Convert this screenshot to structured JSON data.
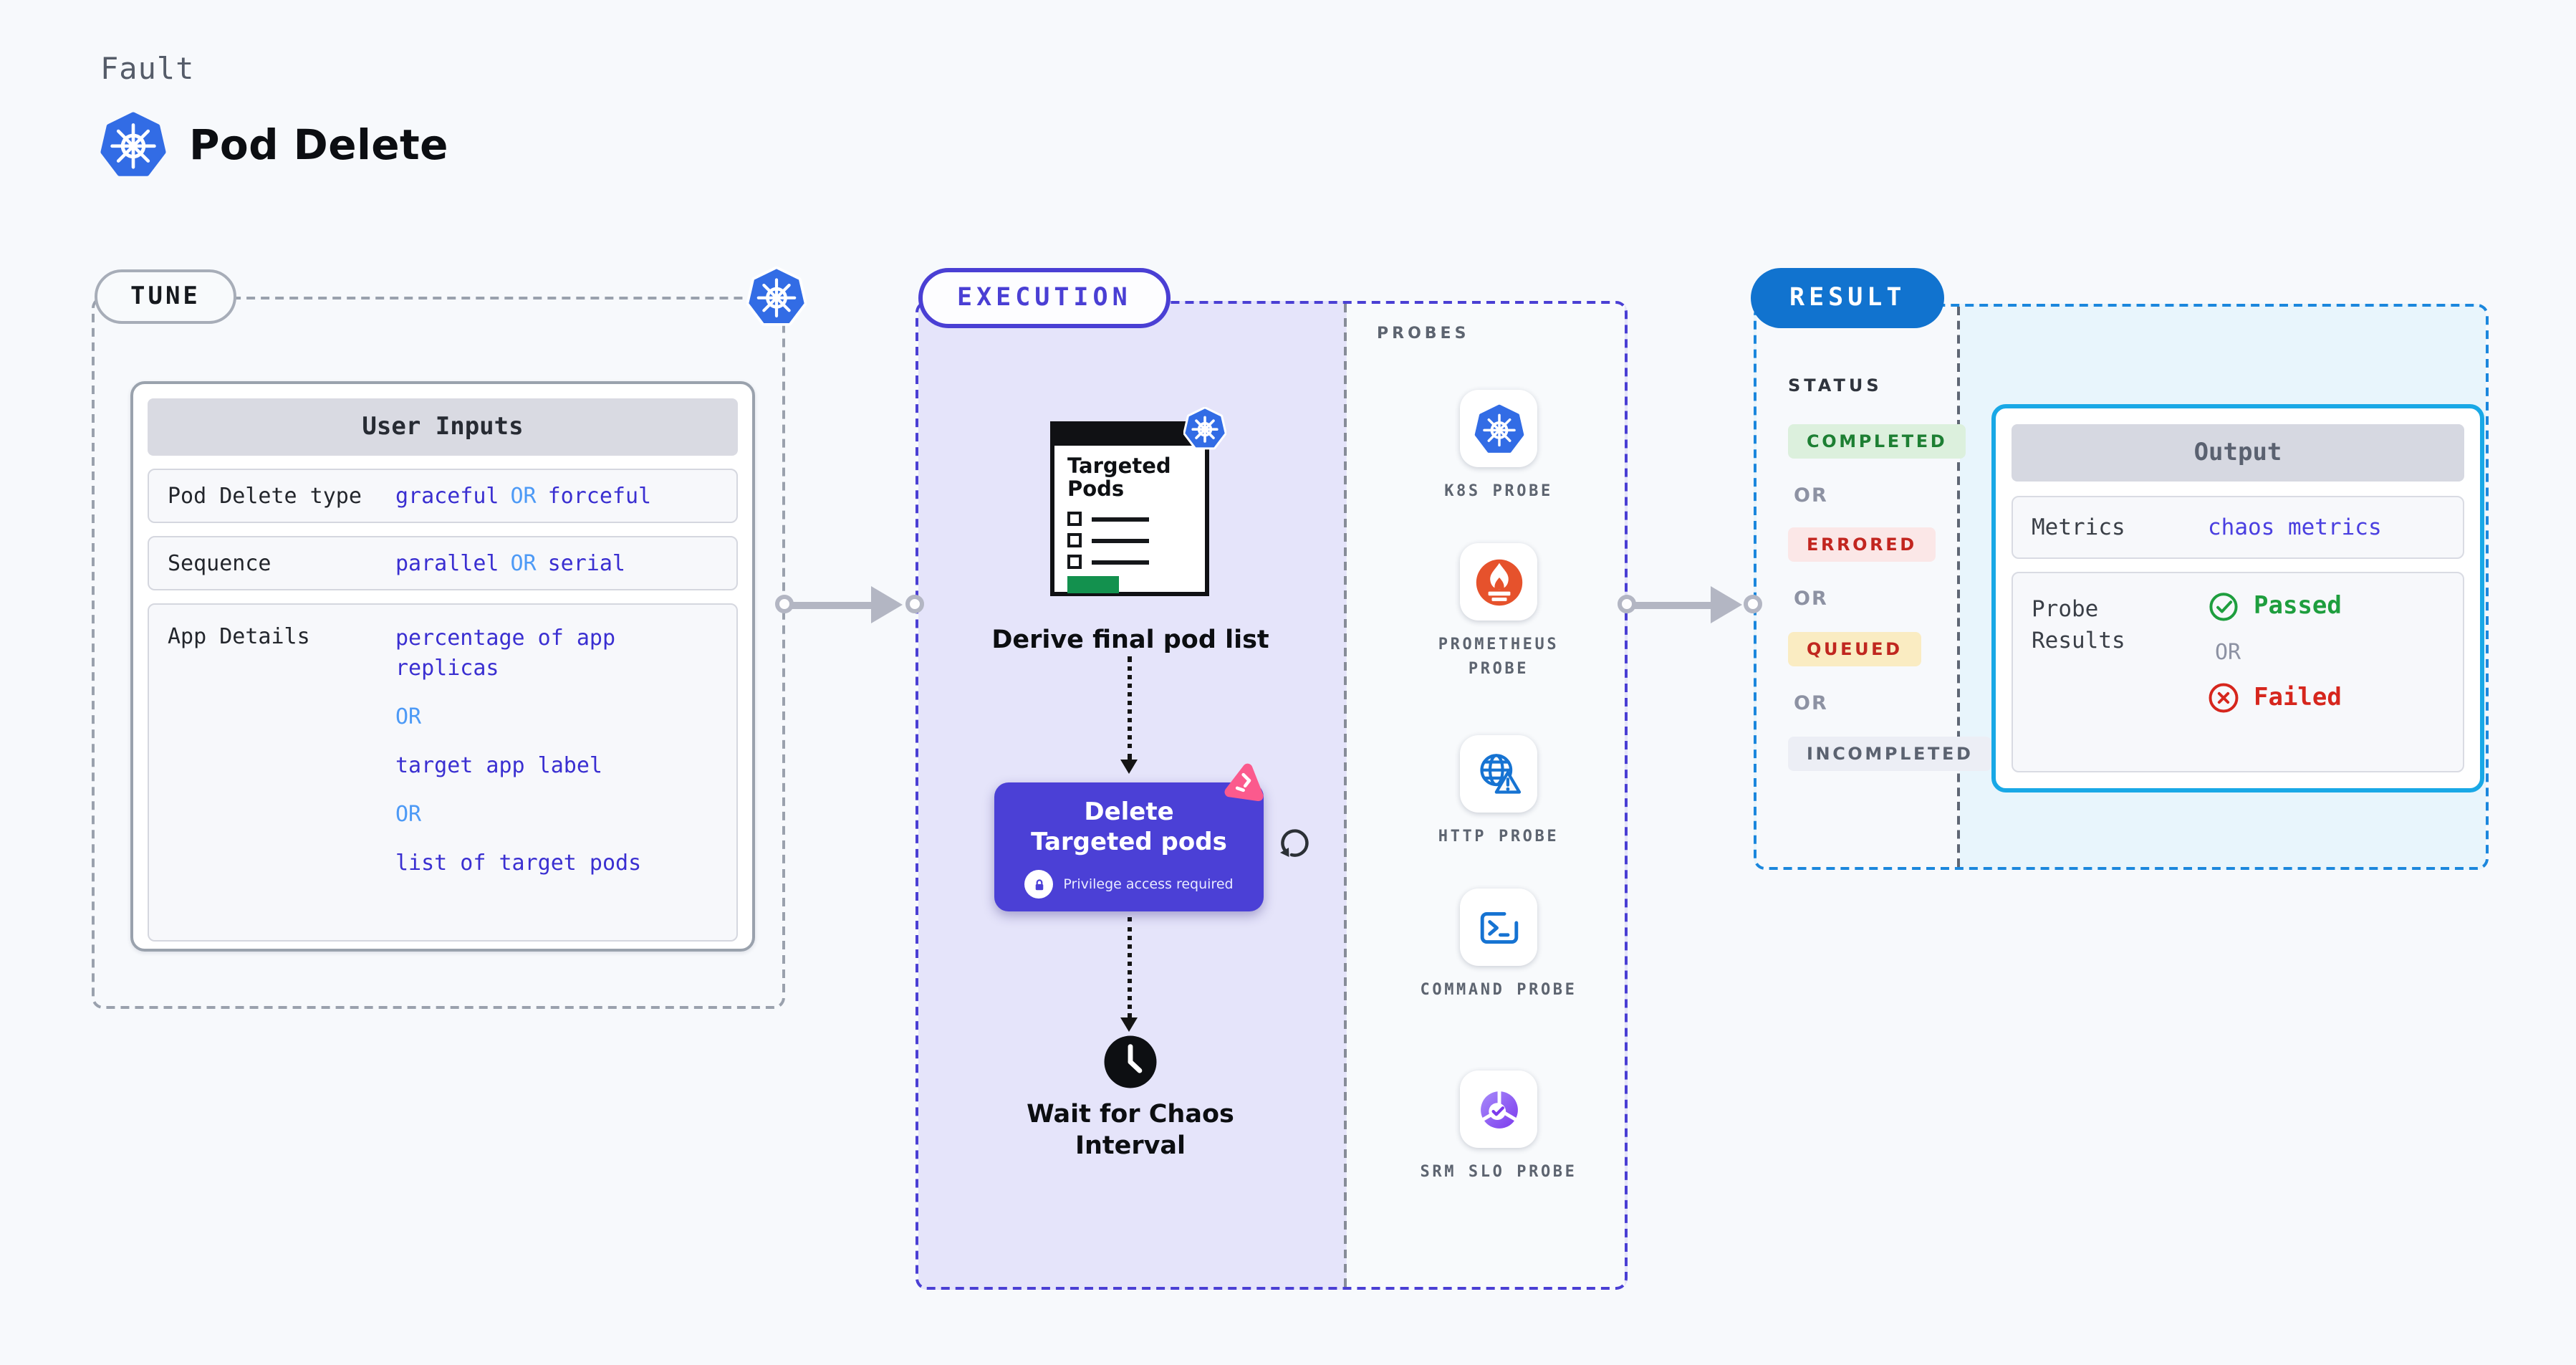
{
  "header": {
    "eyebrow": "Fault",
    "title": "Pod Delete"
  },
  "common": {
    "or": "OR"
  },
  "tune": {
    "label": "TUNE",
    "table": {
      "header": "User Inputs",
      "rows": [
        {
          "label": "Pod Delete type",
          "parts": [
            "graceful",
            "OR",
            "forceful"
          ]
        },
        {
          "label": "Sequence",
          "parts": [
            "parallel",
            "OR",
            "serial"
          ]
        },
        {
          "label": "App Details",
          "lines": [
            "percentage of app replicas",
            "OR",
            "target app label",
            "OR",
            "list of target pods"
          ]
        }
      ]
    }
  },
  "execution": {
    "label": "EXECUTION",
    "probes_title": "PROBES",
    "targeted_pods_title": "Targeted Pods",
    "derive_label": "Derive final pod list",
    "delete_label": "Delete Targeted pods",
    "privilege_label": "Privilege access required",
    "wait_label": "Wait for Chaos Interval",
    "probes": [
      {
        "name": "K8S PROBE",
        "icon": "kubernetes-icon"
      },
      {
        "name": "PROMETHEUS PROBE",
        "icon": "prometheus-icon"
      },
      {
        "name": "HTTP PROBE",
        "icon": "http-globe-warning-icon"
      },
      {
        "name": "COMMAND PROBE",
        "icon": "terminal-icon"
      },
      {
        "name": "SRM SLO PROBE",
        "icon": "slo-donut-check-icon"
      }
    ]
  },
  "result": {
    "label": "RESULT",
    "status_title": "STATUS",
    "statuses": [
      {
        "text": "COMPLETED",
        "color": "#1d7f33",
        "bg": "#dcf0dd"
      },
      {
        "text": "ERRORED",
        "color": "#c2251f",
        "bg": "#fbe7e7"
      },
      {
        "text": "QUEUED",
        "color": "#c0271f",
        "bg": "#faecc2"
      },
      {
        "text": "INCOMPLETED",
        "color": "#5b6270",
        "bg": "#eceef5"
      }
    ],
    "output": {
      "header": "Output",
      "metrics_label": "Metrics",
      "metrics_value": "chaos metrics",
      "probe_results_label": "Probe Results",
      "passed": "Passed",
      "failed": "Failed"
    }
  },
  "colors": {
    "accent_indigo": "#4a3fd4",
    "execution_bg": "#e5e4fa",
    "result_blue": "#1173cf",
    "result_border": "#1b87dd",
    "output_cyan": "#19a8e6",
    "output_bg": "#e8f5fc",
    "value_indigo": "#3a2fd1",
    "or_blue": "#4d9af6",
    "passed_green": "#1e9e3e",
    "failed_red": "#d6261d",
    "kubernetes_blue": "#326ce5",
    "prometheus_orange": "#e6522c",
    "litmus_pink": "#fb5a8d",
    "node_green": "#13914e"
  }
}
